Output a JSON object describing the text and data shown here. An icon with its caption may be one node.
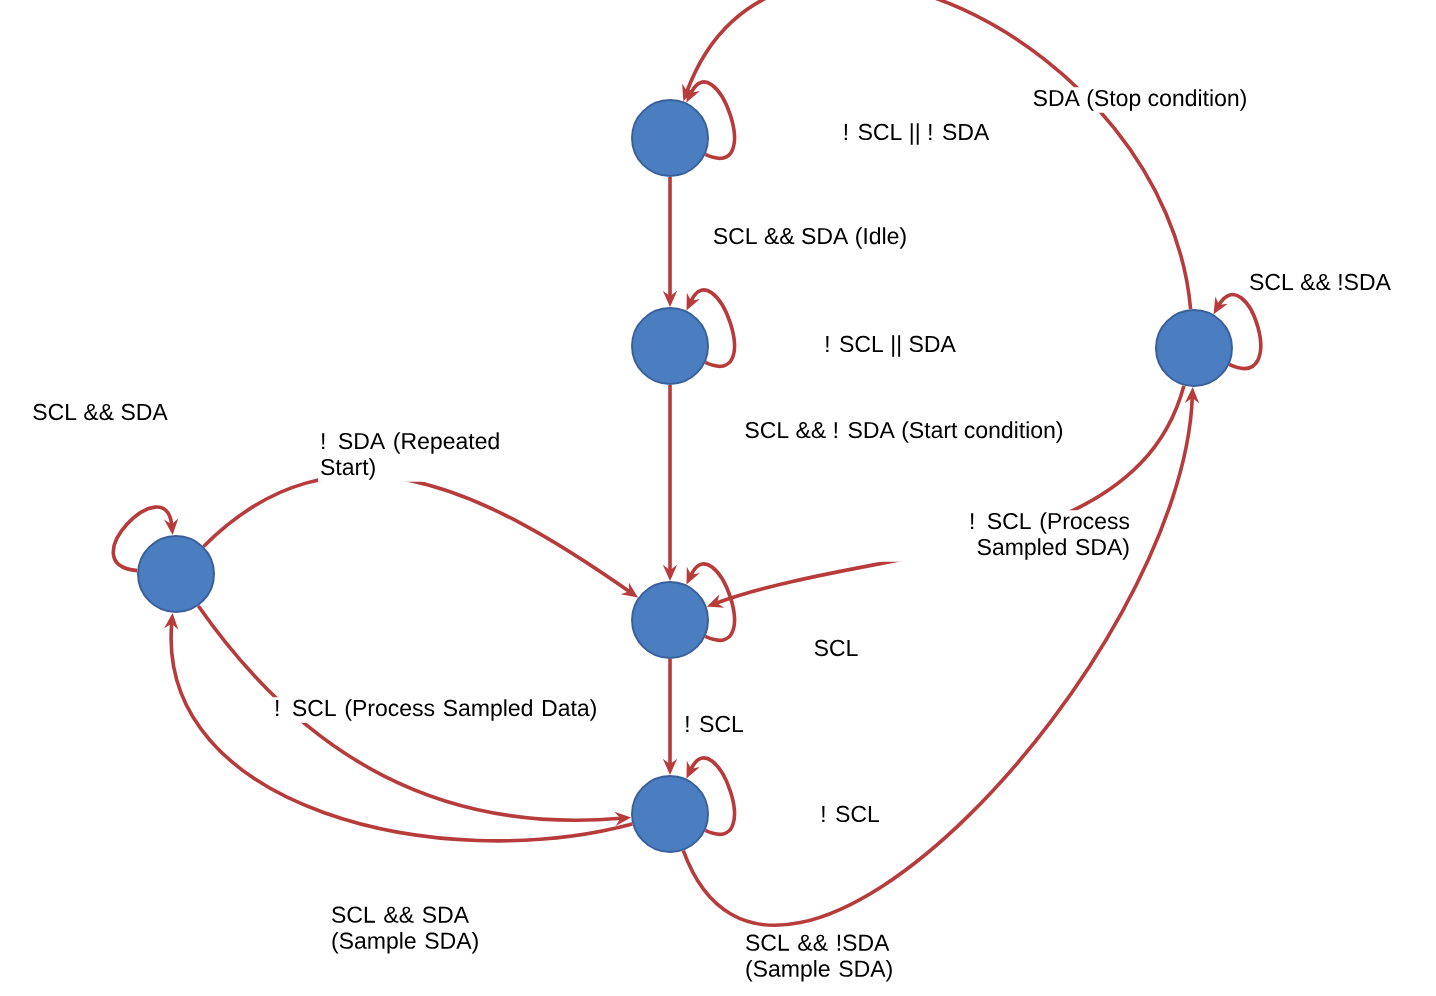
{
  "diagram": {
    "nodes": [
      {
        "text": [],
        "shape": "circle"
      },
      {
        "text": [],
        "shape": "circle"
      },
      {
        "text": [],
        "shape": "circle"
      },
      {
        "text": [],
        "shape": "circle"
      },
      {
        "text": [],
        "shape": "circle"
      },
      {
        "text": [],
        "shape": "circle"
      }
    ],
    "edges": [
      {
        "from": 0,
        "to": 0,
        "arrow": "to",
        "label": "! SCL || ! SDA"
      },
      {
        "from": 0,
        "to": 1,
        "arrow": "to",
        "label": "SCL && SDA (Idle)"
      },
      {
        "from": 1,
        "to": 1,
        "arrow": "to",
        "label": "! SCL || SDA"
      },
      {
        "from": 2,
        "to": 0,
        "arrow": "to",
        "label": "SDA (Stop condition)"
      },
      {
        "from": 2,
        "to": 2,
        "arrow": "to",
        "label": "SCL && !SDA"
      },
      {
        "from": 1,
        "to": 4,
        "arrow": "to",
        "label": "SCL && ! SDA (Start condition)"
      },
      {
        "from": 3,
        "to": 3,
        "arrow": "to",
        "label": "SCL && SDA"
      },
      {
        "from": 3,
        "to": 4,
        "arrow": "to",
        "label": "! SDA (Repeated Start)"
      },
      {
        "from": 2,
        "to": 4,
        "arrow": "to",
        "label": "! SCL (Process Sampled SDA)"
      },
      {
        "from": 4,
        "to": 4,
        "arrow": "to",
        "label": "SCL"
      },
      {
        "from": 3,
        "to": 5,
        "arrow": "to",
        "label": "! SCL (Process Sampled Data)"
      },
      {
        "from": 4,
        "to": 5,
        "arrow": "to",
        "label": "! SCL"
      },
      {
        "from": 5,
        "to": 5,
        "arrow": "to",
        "label": "! SCL"
      },
      {
        "from": 5,
        "to": 3,
        "arrow": "to",
        "label": "SCL && SDA (Sample SDA)"
      },
      {
        "from": 5,
        "to": 2,
        "arrow": "to",
        "label": "SCL && !SDA (Sample SDA)"
      }
    ]
  }
}
